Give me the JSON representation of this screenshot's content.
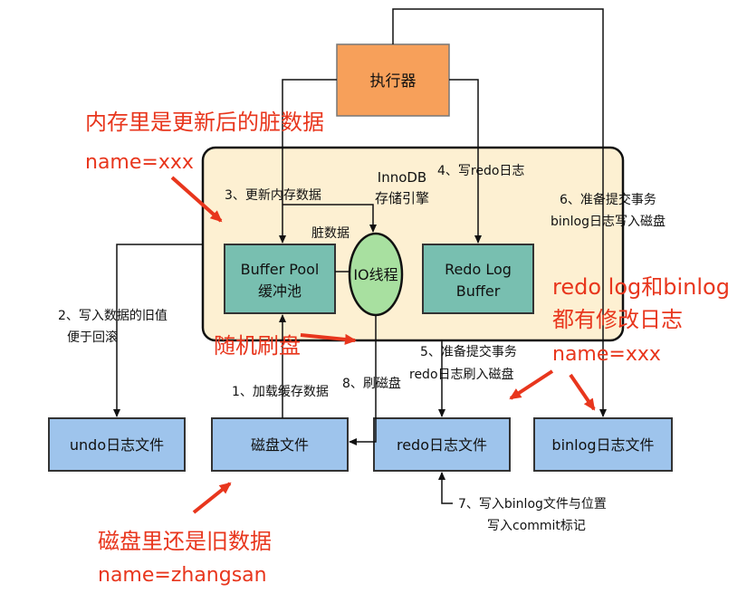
{
  "nodes": {
    "executor": "执行器",
    "engine_l1": "InnoDB",
    "engine_l2": "存储引擎",
    "buffer_pool_l1": "Buffer Pool",
    "buffer_pool_l2": "缓冲池",
    "io_thread": "IO线程",
    "redo_buffer_l1": "Redo Log",
    "redo_buffer_l2": "Buffer",
    "undo_file": "undo日志文件",
    "disk_file": "磁盘文件",
    "redo_file": "redo日志文件",
    "binlog_file": "binlog日志文件"
  },
  "steps": {
    "s1": "1、加载缓存数据",
    "s2_l1": "2、写入数据的旧值",
    "s2_l2": "便于回滚",
    "s3": "3、更新内存数据",
    "s4": "4、写redo日志",
    "s5_l1": "5、准备提交事务",
    "s5_l2": "redo日志刷入磁盘",
    "s6_l1": "6、准备提交事务",
    "s6_l2": "binlog日志写入磁盘",
    "s7_l1": "7、写入binlog文件与位置",
    "s7_l2": "写入commit标记",
    "s8": "8、刷磁盘",
    "dirty": "脏数据"
  },
  "annotations": {
    "mem_l1": "内存里是更新后的脏数据",
    "mem_l2": "name=xxx",
    "random_flush": "随机刷盘",
    "log_l1": "redo log和binlog",
    "log_l2": "都有修改日志",
    "log_l3": "name=xxx",
    "disk_l1": "磁盘里还是旧数据",
    "disk_l2": "name=zhangsan"
  },
  "colors": {
    "executor": "#f7a05a",
    "engine": "#fdf0d2",
    "teal": "#78bfb0",
    "io": "#a8e0a0",
    "file": "#9ec4ec",
    "annotation": "#e8361d"
  }
}
